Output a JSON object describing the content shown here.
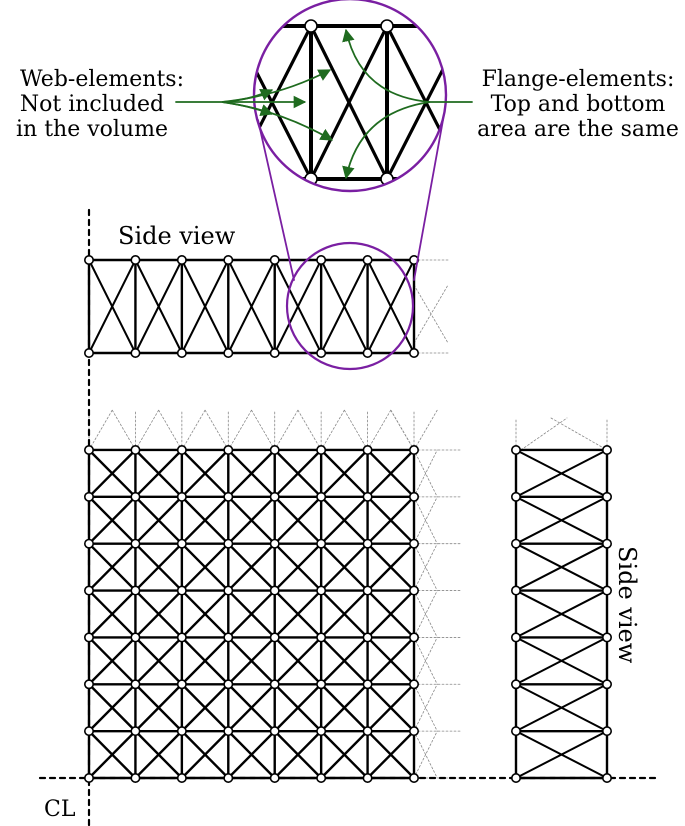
{
  "labels": {
    "web_line1": "Web-elements:",
    "web_line2": "Not included",
    "web_line3": "in the volume",
    "flange_line1": "Flange-elements:",
    "flange_line2": "Top and bottom",
    "flange_line3": "area are the same",
    "side_view_top": "Side view",
    "side_view_right": "Side view",
    "centerline": "CL"
  },
  "colors": {
    "lines": "#000000",
    "callout": "#7a1fa2",
    "arrows": "#1f6b1f",
    "ghost": "#888888"
  },
  "structure": {
    "plan_columns": 7,
    "plan_rows": 7,
    "side_panels": 7,
    "right_side_panels": 7
  }
}
